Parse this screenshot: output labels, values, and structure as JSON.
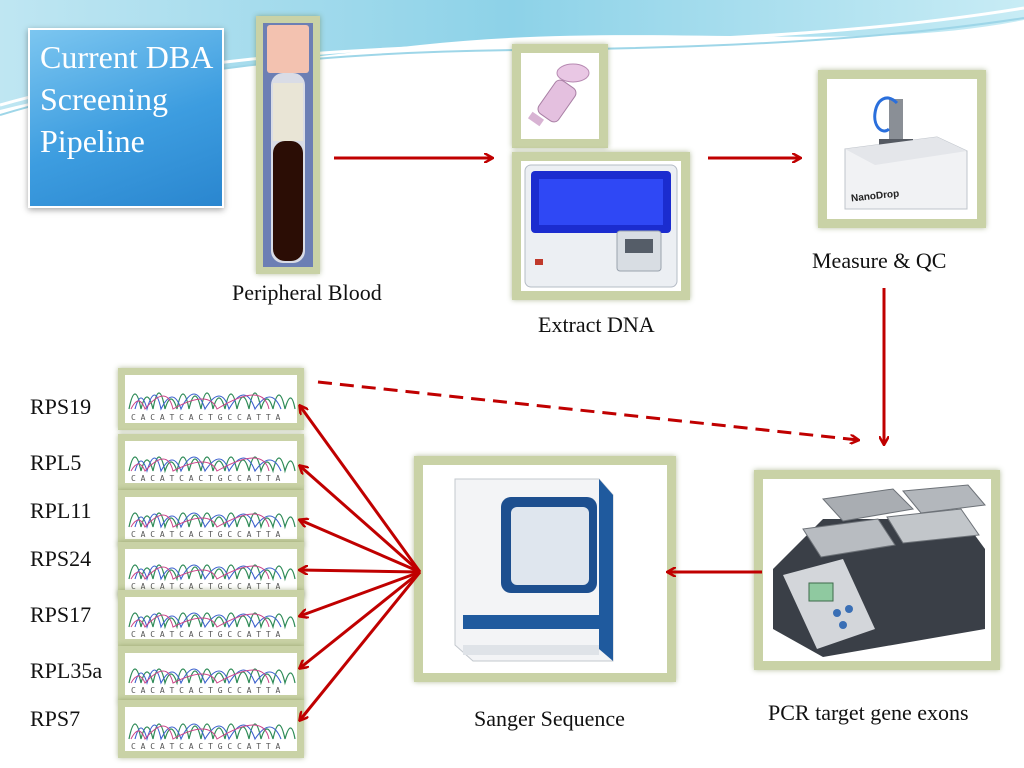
{
  "title": "Current DBA Screening Pipeline",
  "steps": {
    "blood": "Peripheral Blood",
    "extract": "Extract DNA",
    "measure": "Measure & QC",
    "pcr": "PCR target gene exons",
    "sanger": "Sanger Sequence"
  },
  "genes": [
    "RPS19",
    "RPL5",
    "RPL11",
    "RPS24",
    "RPS17",
    "RPL35a",
    "RPS7"
  ],
  "device_text": {
    "nanodrop": "NanoDrop"
  },
  "colors": {
    "arrow": "#c00000",
    "title_bg": "#3d9de0",
    "frame": "#c9d2a6"
  }
}
